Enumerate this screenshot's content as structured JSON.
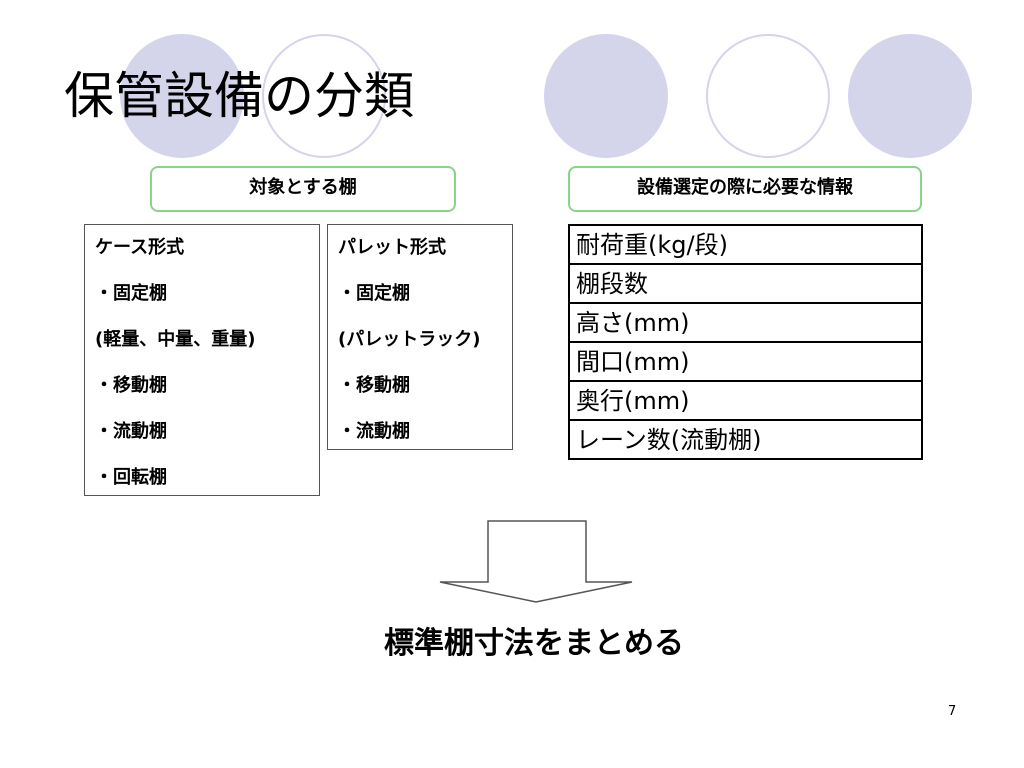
{
  "slide": {
    "title": "保管設備の分類",
    "page_number": "7"
  },
  "target_header": "対象とする棚",
  "info_header": "設備選定の際に必要な情報",
  "case_format": {
    "lines": [
      "ケース形式",
      "・固定棚",
      "(軽量、中量、重量)",
      "・移動棚",
      "・流動棚",
      "・回転棚"
    ]
  },
  "pallet_format": {
    "lines": [
      "パレット形式",
      "・固定棚",
      "(パレットラック)",
      "・移動棚",
      "・流動棚"
    ]
  },
  "info_table": {
    "rows": [
      "耐荷重(kg/段)",
      "棚段数",
      "高さ(mm)",
      "間口(mm)",
      "奥行(mm)",
      "レーン数(流動棚)"
    ]
  },
  "conclusion": "標準棚寸法をまとめる",
  "colors": {
    "circle_fill": "#d4d4ea",
    "header_border": "#88d488",
    "text": "#000000"
  }
}
